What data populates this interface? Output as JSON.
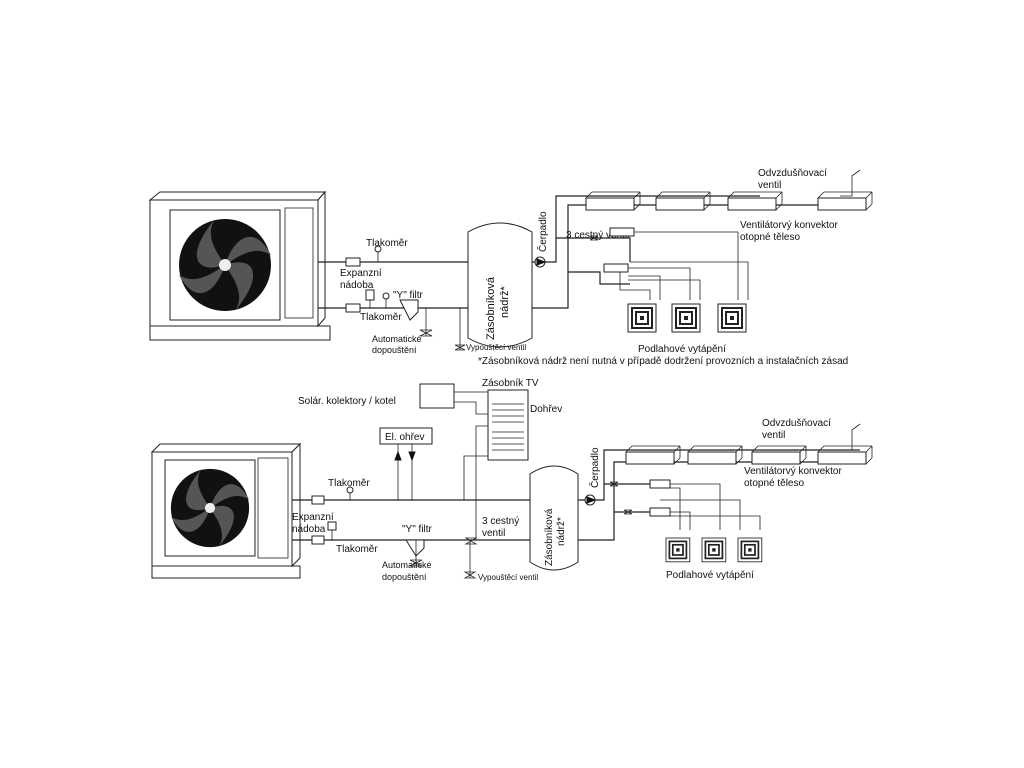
{
  "colors": {
    "line": "#222222",
    "background": "#ffffff",
    "fan_dark": "#111111"
  },
  "top": {
    "labels": {
      "tlakomer_1": "Tlakoměr",
      "expanzni_1": "Expanzní",
      "nadoba_1": "nádoba",
      "tlakomer_2": "Tlakoměr",
      "y_filtr": "\"Y\" filtr",
      "automaticke": "Automatické",
      "dopousteni": "dopouštění",
      "vypousteci": "Vypouštěcí ventil",
      "tank_line1": "Zásobníková",
      "tank_line2": "nádrž*",
      "cerpadlo": "Čerpadlo",
      "three_way": "3 cestný ventil",
      "odvzdusnovaci": "Odvzdušňovací",
      "ventil": "ventil",
      "ventilatorovy": "Ventilátorvý konvektor",
      "otopne": "otopné těleso",
      "podlahove": "Podlahové vytápění",
      "note": "*Zásobníková nádrž není nutná v případě dodržení provozních a instalačních zásad"
    }
  },
  "bottom": {
    "labels": {
      "zasobnik_tv": "Zásobník TV",
      "solar": "Solár. kolektory / kotel",
      "dohrev": "Dohřev",
      "el_ohrev": "El. ohřev",
      "tlakomer_1": "Tlakoměr",
      "expanzni": "Expanzní",
      "nadoba": "nádoba",
      "tlakomer_2": "Tlakoměr",
      "y_filtr": "\"Y\" filtr",
      "automaticke": "Automatické",
      "dopousteni": "dopouštění",
      "vypousteci": "Vypouštěcí ventil",
      "three_way_1": "3 cestný",
      "three_way_2": "ventil",
      "tank_line1": "Zásobníková",
      "tank_line2": "nádrž*",
      "cerpadlo": "Čerpadlo",
      "odvzdusnovaci": "Odvzdušňovací",
      "ventil": "ventil",
      "ventilatorovy": "Ventilátorvý konvektor",
      "otopne": "otopné těleso",
      "podlahove": "Podlahové vytápění"
    }
  }
}
